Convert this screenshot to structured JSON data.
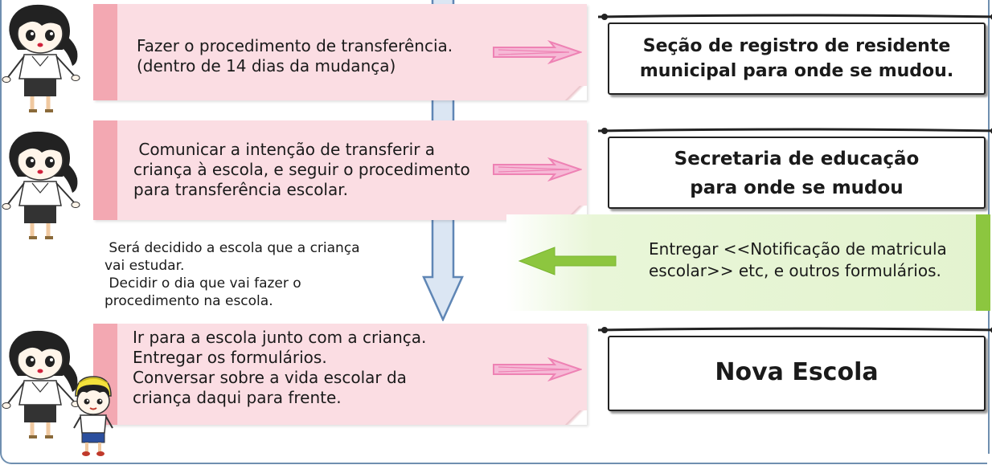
{
  "steps": [
    {
      "action": "Fazer o procedimento de transferência.\n(dentro de 14 dias da mudança)",
      "destination": "Seção de registro de residente\nmunicipal para onde se mudou."
    },
    {
      "action": " Comunicar a intenção de transferir a\ncriança à escola, e seguir o procedimento\npara transferência escolar.",
      "destination": "Secretaria de educação\npara onde se mudou"
    },
    {
      "action": "Ir para a escola junto com a criança.\nEntregar os formulários.\nConversar sobre a vida escolar da\ncriança daqui para frente.",
      "destination": "Nova Escola"
    }
  ],
  "decision_note": " Será decidido a escola que a criança\nvai estudar.\n Decidir o dia que vai fazer o\nprocedimento na escola.",
  "delivery_note": "Entregar <<Notificação de matricula\nescolar>> etc, e outros formulários.",
  "colors": {
    "pink_note": "#fbdde3",
    "pink_bar": "#f3a8b2",
    "green_bar": "#8cc63f",
    "green_arrow": "#8dc63f",
    "flow_arrow_fill": "#dbe6f3",
    "flow_arrow_stroke": "#5f86b5",
    "pink_arrow": "#ee82b4"
  },
  "icons": [
    "mother-figure-icon",
    "child-figure-icon",
    "pink-right-arrow-icon",
    "green-left-arrow-icon",
    "flow-down-arrow-icon"
  ]
}
